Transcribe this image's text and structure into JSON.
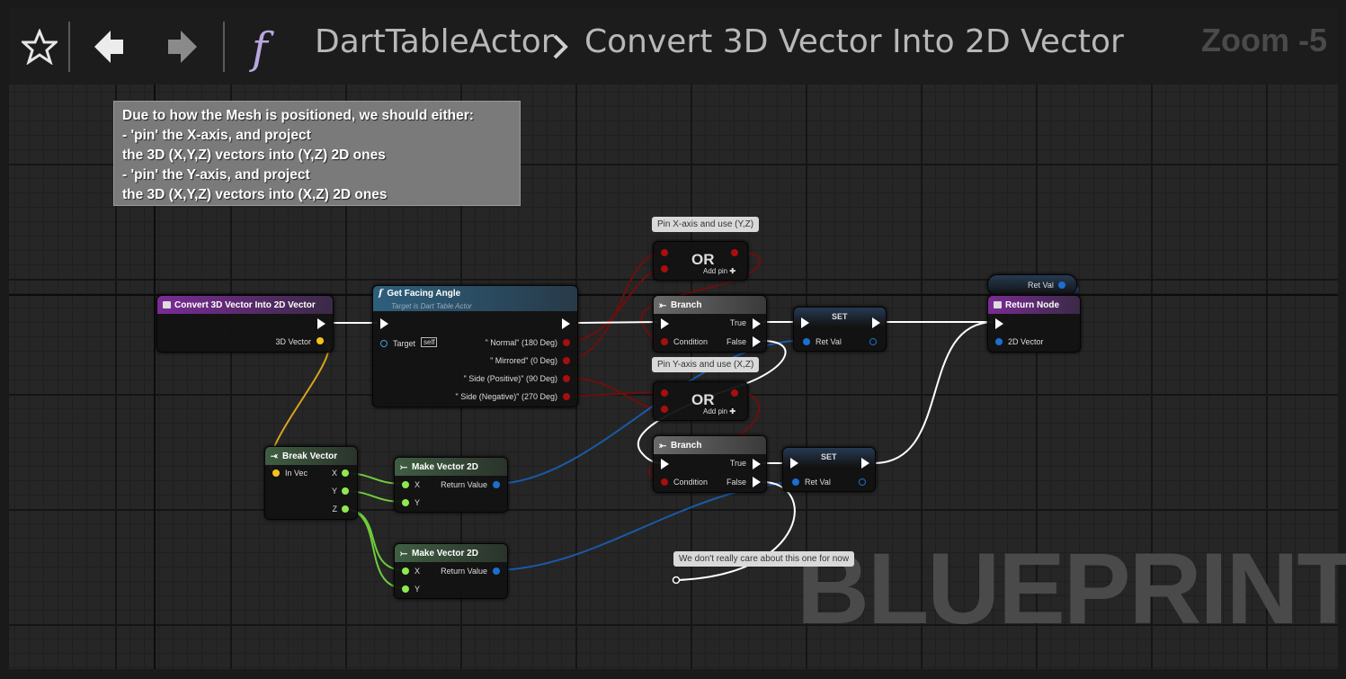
{
  "toolbar": {
    "breadcrumb_parent": "DartTableActor",
    "breadcrumb_current": "Convert 3D Vector Into 2D Vector",
    "zoom": "Zoom -5",
    "icons": [
      "star-icon",
      "back-arrow-icon",
      "forward-arrow-icon",
      "function-icon",
      "chevron-right-icon"
    ]
  },
  "watermark": "BLUEPRINT",
  "big_comment": {
    "lines": [
      "Due to how the Mesh is positioned, we should either:",
      "- 'pin' the X-axis, and project",
      "the 3D (X,Y,Z) vectors into (Y,Z) 2D ones",
      "- 'pin' the Y-axis, and project",
      "the 3D (X,Y,Z) vectors into (X,Z) 2D ones"
    ]
  },
  "comments": {
    "pin_x": "Pin X-axis and use (Y,Z)",
    "pin_y": "Pin Y-axis and use (X,Z)",
    "dont_care": "We don't really care about this one for now"
  },
  "nodes": {
    "entry": {
      "title": "Convert 3D Vector Into 2D Vector",
      "pin": "3D Vector"
    },
    "facing": {
      "title": "Get Facing Angle",
      "subtitle": "Target is Dart Table Actor",
      "target": "Target",
      "self": "self",
      "outputs": [
        "\" Normal\" (180 Deg)",
        "\" Mirrored\" (0 Deg)",
        "\" Side (Positive)\" (90 Deg)",
        "\" Side (Negative)\" (270 Deg)"
      ]
    },
    "or_node": {
      "label": "OR",
      "add_pin": "Add pin"
    },
    "branch": {
      "title": "Branch",
      "true": "True",
      "false": "False",
      "condition": "Condition"
    },
    "set": {
      "title": "SET",
      "ret_val": "Ret Val"
    },
    "ret_var": {
      "label": "Ret Val"
    },
    "return_node": {
      "title": "Return Node",
      "pin": "2D Vector"
    },
    "break_vector": {
      "title": "Break Vector",
      "input": "In Vec",
      "outputs": [
        "X",
        "Y",
        "Z"
      ]
    },
    "make_vector": {
      "title": "Make Vector 2D",
      "x": "X",
      "y": "Y",
      "ret": "Return Value"
    }
  },
  "colors": {
    "exec": "#ffffff",
    "bool": "#8b0a0a",
    "vector": "#f4c220",
    "vector2d": "#1a6fd1",
    "float": "#8fe84f",
    "object": "#33a3e8",
    "func_head": "#6b2a84",
    "pure_head": "#395a3c",
    "call_head": "#2f4e66",
    "branch_head": "#555555"
  }
}
